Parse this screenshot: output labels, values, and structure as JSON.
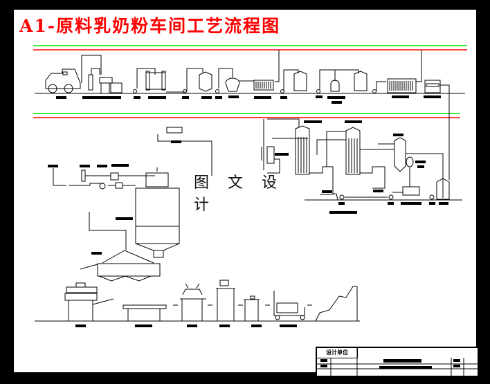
{
  "title": "A1-原料乳奶粉车间工艺流程图",
  "watermark": "图 文 设 计",
  "title_block": {
    "design_unit_label": "设计单位"
  },
  "colors": {
    "title": "#ff0000",
    "pipe_green": "#00ff00",
    "pipe_red": "#ff0000",
    "frame": "#000000"
  }
}
